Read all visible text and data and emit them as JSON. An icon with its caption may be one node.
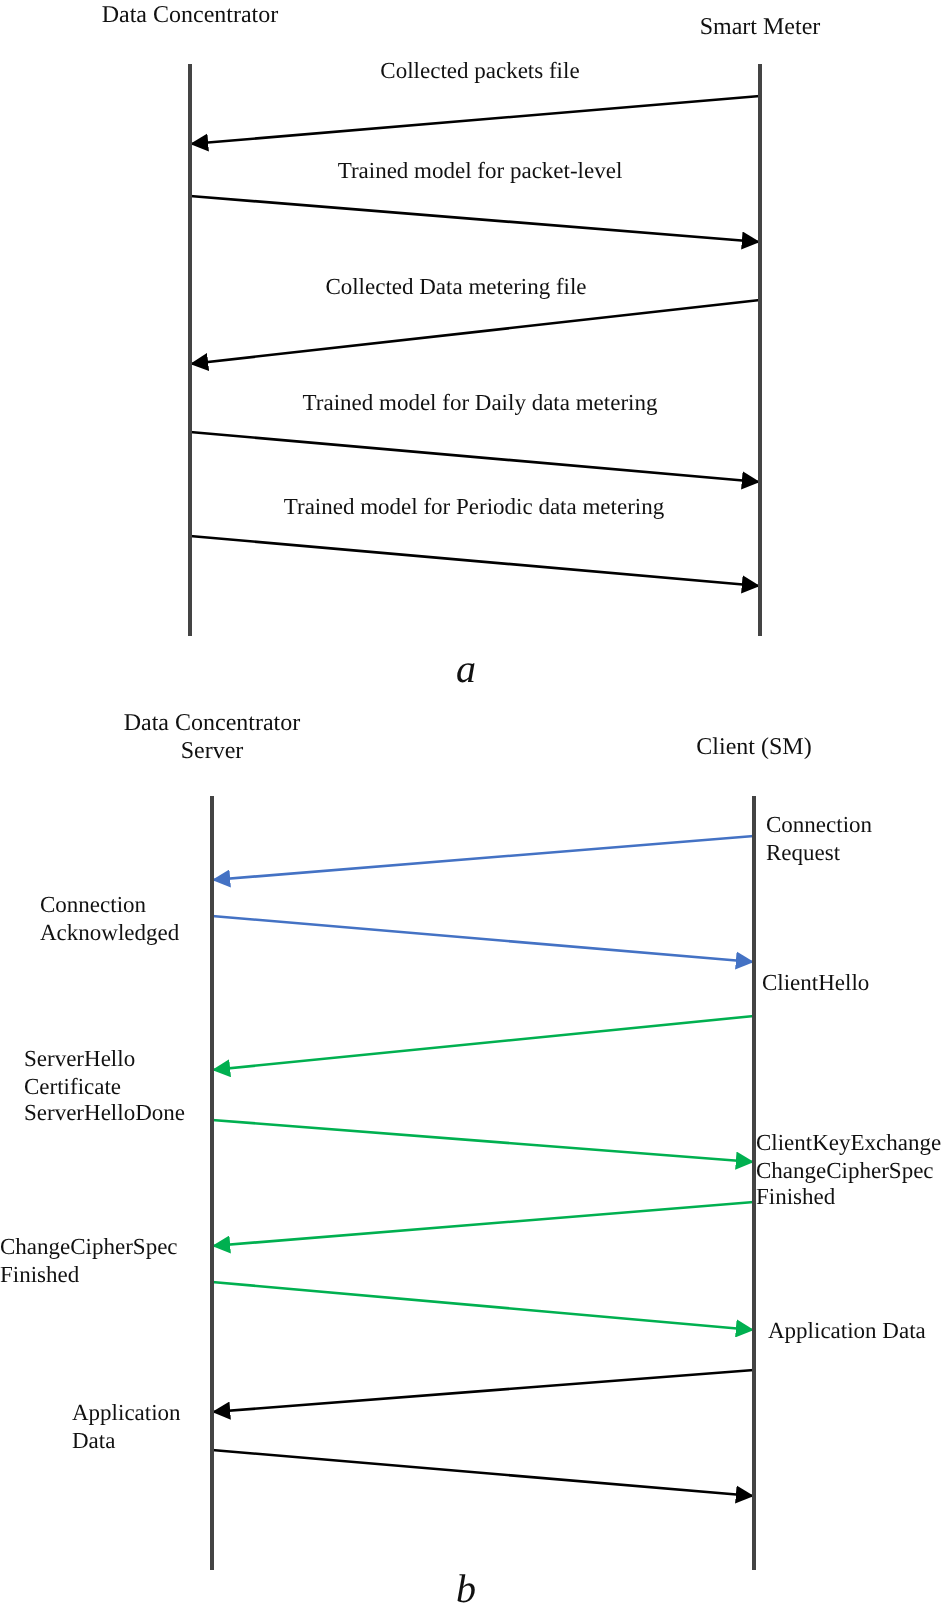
{
  "diagram": {
    "nodes": [
      {
        "text": [
          "Data Concentrator"
        ]
      },
      {
        "text": [
          "Smart Meter"
        ]
      },
      {
        "text": [
          "Data Concentrator Server"
        ]
      },
      {
        "text": [
          "Client (SM)"
        ]
      }
    ],
    "edges": [
      {
        "from": 1,
        "to": 0,
        "arrow": "to",
        "label": "Collected packets file"
      },
      {
        "from": 0,
        "to": 1,
        "arrow": "to",
        "label": "Trained model for packet-level"
      },
      {
        "from": 1,
        "to": 0,
        "arrow": "to",
        "label": "Collected Data metering file"
      },
      {
        "from": 0,
        "to": 1,
        "arrow": "to",
        "label": "Trained model for Daily data metering"
      },
      {
        "from": 0,
        "to": 1,
        "arrow": "to",
        "label": "Trained model for Periodic data metering"
      },
      {
        "from": 3,
        "to": 2,
        "arrow": "to",
        "label": "Connection Request",
        "color": "#4472c4"
      },
      {
        "from": 2,
        "to": 3,
        "arrow": "to",
        "label": "Connection Acknowledged",
        "color": "#4472c4"
      },
      {
        "from": 3,
        "to": 2,
        "arrow": "to",
        "label": "ClientHello",
        "color": "#00b050"
      },
      {
        "from": 2,
        "to": 3,
        "arrow": "to",
        "label": "ServerHello Certificate ServerHelloDone",
        "color": "#00b050"
      },
      {
        "from": 3,
        "to": 2,
        "arrow": "to",
        "label": "ClientKeyExchange ChangeCipherSpec Finished",
        "color": "#00b050"
      },
      {
        "from": 2,
        "to": 3,
        "arrow": "to",
        "label": "ChangeCipherSpec Finished",
        "color": "#00b050"
      },
      {
        "from": 3,
        "to": 2,
        "arrow": "to",
        "label": "Application Data"
      },
      {
        "from": 2,
        "to": 3,
        "arrow": "to",
        "label": "Application Data"
      }
    ],
    "labels": [
      "a",
      "b"
    ]
  }
}
